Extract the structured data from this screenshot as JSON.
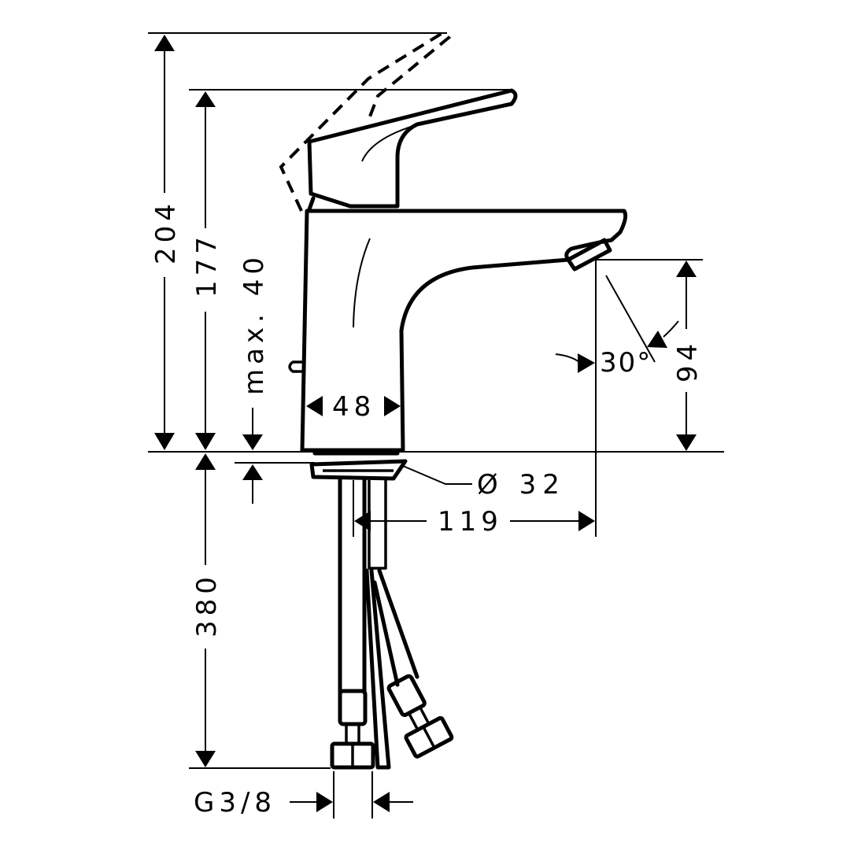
{
  "drawing": {
    "title": "Single lever basin mixer technical drawing",
    "line_color": "#000000",
    "background": "#ffffff",
    "dimensions": {
      "total_height_lever_open": "204",
      "total_height": "177",
      "max_deck_thickness": "max. 40",
      "body_width": "48",
      "spout_height": "94",
      "spray_angle": "30°",
      "spout_reach": "119",
      "mounting_hole_diameter": "Ø 32",
      "hose_length": "380",
      "connection_thread": "G3/8"
    }
  }
}
